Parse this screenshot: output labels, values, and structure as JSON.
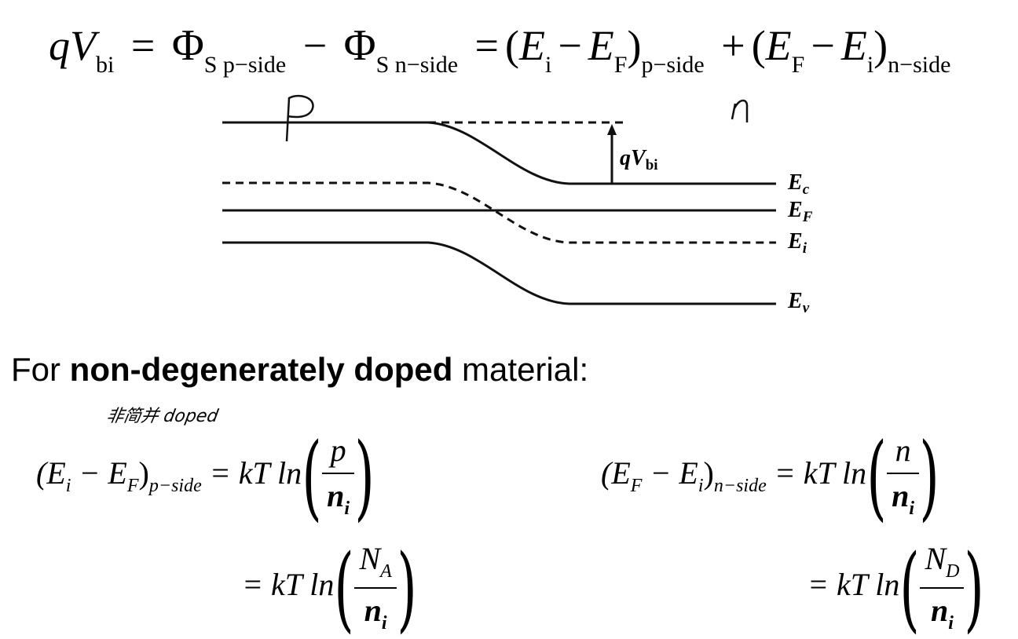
{
  "main_equation": {
    "q": "q",
    "V": "V",
    "bi": "bi",
    "eq1": "=",
    "phi1": "Φ",
    "phi1_sub": "S p−side",
    "minus1": "−",
    "phi2": "Φ",
    "phi2_sub": "S n−side",
    "eq2": "=",
    "lparen1": "(",
    "Ei1": "E",
    "Ei1_sub": "i",
    "minus2": "−",
    "EF1": "E",
    "EF1_sub": "F",
    "rparen1": ")",
    "paren1_sub": "p−side",
    "plus": "+",
    "lparen2": "(",
    "EF2": "E",
    "EF2_sub": "F",
    "minus3": "−",
    "Ei2": "E",
    "Ei2_sub": "i",
    "rparen2": ")",
    "paren2_sub": "n−side"
  },
  "band_diagram": {
    "labels": {
      "Ec": "E",
      "Ec_sub": "c",
      "EF": "E",
      "EF_sub": "F",
      "Ei": "E",
      "Ei_sub": "i",
      "Ev": "E",
      "Ev_sub": "v",
      "qVbi": "qV",
      "qVbi_sub": "bi"
    },
    "handwritten_p": "P",
    "handwritten_n": "n"
  },
  "heading": {
    "prefix": "For ",
    "bold": "non-degenerately doped",
    "suffix": " material:"
  },
  "handwritten_note": "非简并 doped",
  "formulas": {
    "left_lhs_open": "(E",
    "left_lhs_i": "i",
    "left_lhs_minus": " − E",
    "left_lhs_F": "F",
    "left_lhs_close": ")",
    "left_lhs_sub": "p−side",
    "left_rhs": " = kT ln",
    "left_num": "p",
    "left_den": "n",
    "left_den_sub": "i",
    "left2_rhs": "= kT ln",
    "left2_num": "N",
    "left2_num_sub": "A",
    "left2_den": "n",
    "left2_den_sub": "i",
    "right_lhs_open": "(E",
    "right_lhs_F": "F",
    "right_lhs_minus": " − E",
    "right_lhs_i": "i",
    "right_lhs_close": ")",
    "right_lhs_sub": "n−side",
    "right_rhs": " = kT ln",
    "right_num": "n",
    "right_den": "n",
    "right_den_sub": "i",
    "right2_rhs": "= kT ln",
    "right2_num": "N",
    "right2_num_sub": "D",
    "right2_den": "n",
    "right2_den_sub": "i"
  }
}
